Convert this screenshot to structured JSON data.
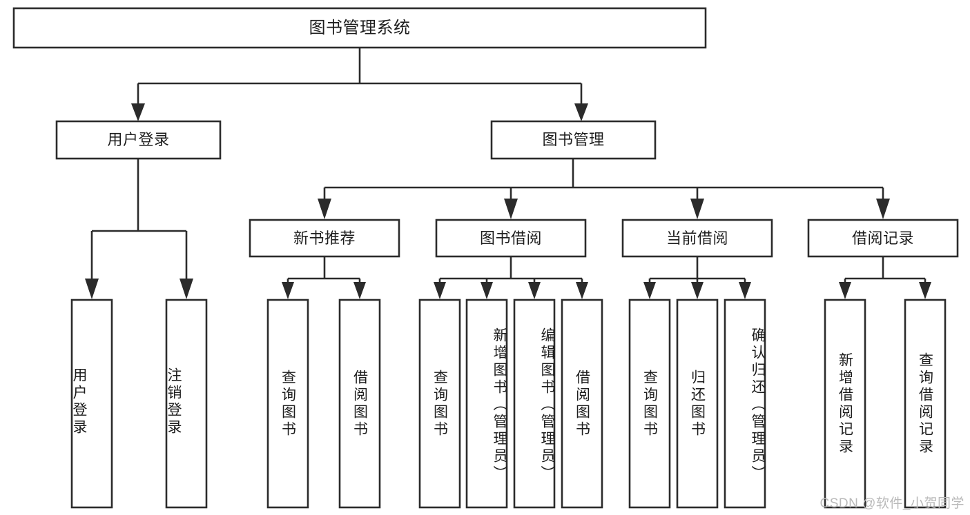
{
  "diagram": {
    "type": "tree-hierarchy",
    "title": "图书管理系统",
    "colors": {
      "box_stroke": "#2b2b2b",
      "box_fill": "#ffffff",
      "connector": "#2b2b2b",
      "text": "#1d1d1d",
      "watermark": "#b9b9b9",
      "background": "#ffffff"
    },
    "nodes": {
      "root": {
        "label": "图书管理系统",
        "level": 0
      },
      "level1": [
        {
          "id": "user-login",
          "label": "用户登录"
        },
        {
          "id": "book-manage",
          "label": "图书管理"
        }
      ],
      "level2": [
        {
          "id": "new-book-recommend",
          "label": "新书推荐",
          "parent": "book-manage"
        },
        {
          "id": "book-borrow",
          "label": "图书借阅",
          "parent": "book-manage"
        },
        {
          "id": "current-borrow",
          "label": "当前借阅",
          "parent": "book-manage"
        },
        {
          "id": "borrow-record",
          "label": "借阅记录",
          "parent": "book-manage"
        }
      ],
      "leaves": {
        "user-login": [
          {
            "id": "leaf-user-login",
            "label": "用户登录"
          },
          {
            "id": "leaf-logout",
            "label": "注销登录"
          }
        ],
        "new-book-recommend": [
          {
            "id": "leaf-query-book-1",
            "label": "查询图书"
          },
          {
            "id": "leaf-borrow-book-1",
            "label": "借阅图书"
          }
        ],
        "book-borrow": [
          {
            "id": "leaf-query-book-2",
            "label": "查询图书"
          },
          {
            "id": "leaf-add-book",
            "label": "新增图书（管理员）"
          },
          {
            "id": "leaf-edit-book",
            "label": "编辑图书（管理员）"
          },
          {
            "id": "leaf-borrow-book-2",
            "label": "借阅图书"
          }
        ],
        "current-borrow": [
          {
            "id": "leaf-query-book-3",
            "label": "查询图书"
          },
          {
            "id": "leaf-return-book",
            "label": "归还图书"
          },
          {
            "id": "leaf-confirm-return",
            "label": "确认归还（管理员）"
          }
        ],
        "borrow-record": [
          {
            "id": "leaf-add-record",
            "label": "新增借阅记录"
          },
          {
            "id": "leaf-query-record",
            "label": "查询借阅记录"
          }
        ]
      }
    }
  },
  "watermark": {
    "text": "CSDN @软件_小贺同学"
  }
}
